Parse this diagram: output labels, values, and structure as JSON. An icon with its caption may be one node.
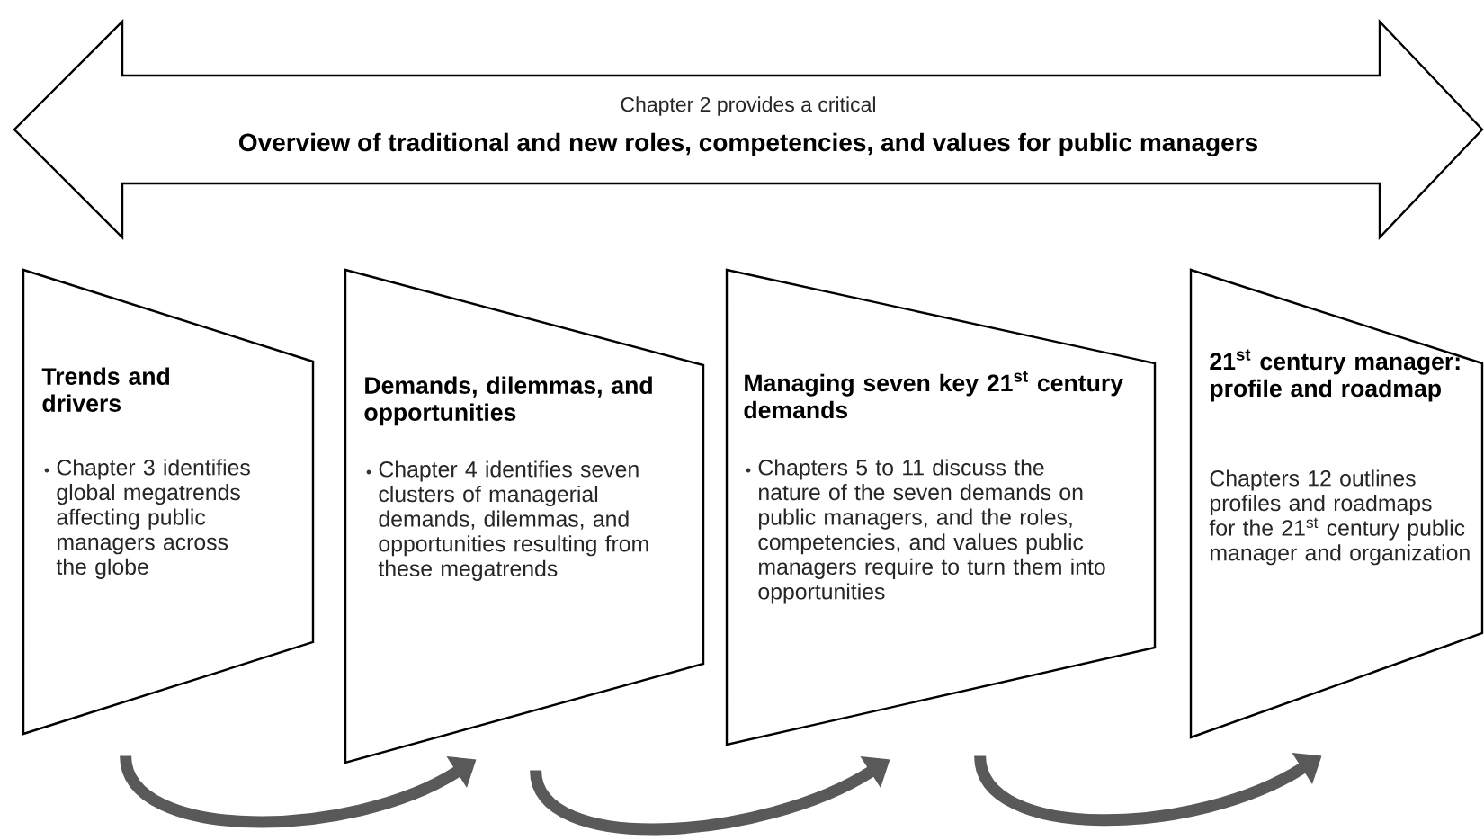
{
  "diagram": {
    "nodes": [
      {
        "text": [
          "Chapter 2 provides a critical",
          "Overview of traditional and new roles, competencies, and values for public managers"
        ]
      },
      {
        "text": [
          "Trends and drivers",
          "Chapter 3 identifies global megatrends affecting public managers across the globe"
        ]
      },
      {
        "text": [
          "Demands, dilemmas, and opportunities",
          "Chapter 4 identifies seven clusters of managerial demands, dilemmas, and opportunities resulting from these megatrends"
        ]
      },
      {
        "text": [
          "Managing seven key 21$^{st}$ century demands",
          "Chapters 5 to 11 discuss the nature of the seven demands on public managers, and the roles, competencies, and values public managers require to turn them into opportunities"
        ]
      },
      {
        "text": [
          "21$^{st}$ century manager: profile and roadmap",
          "Chapters 12 outlines profiles and roadmaps for the 21$^{st}$ century public manager and organization"
        ]
      }
    ],
    "edges": [
      {
        "from": 1,
        "to": 2,
        "arrow": "to"
      },
      {
        "from": 2,
        "to": 3,
        "arrow": "to"
      },
      {
        "from": 3,
        "to": 4,
        "arrow": "to"
      }
    ]
  }
}
